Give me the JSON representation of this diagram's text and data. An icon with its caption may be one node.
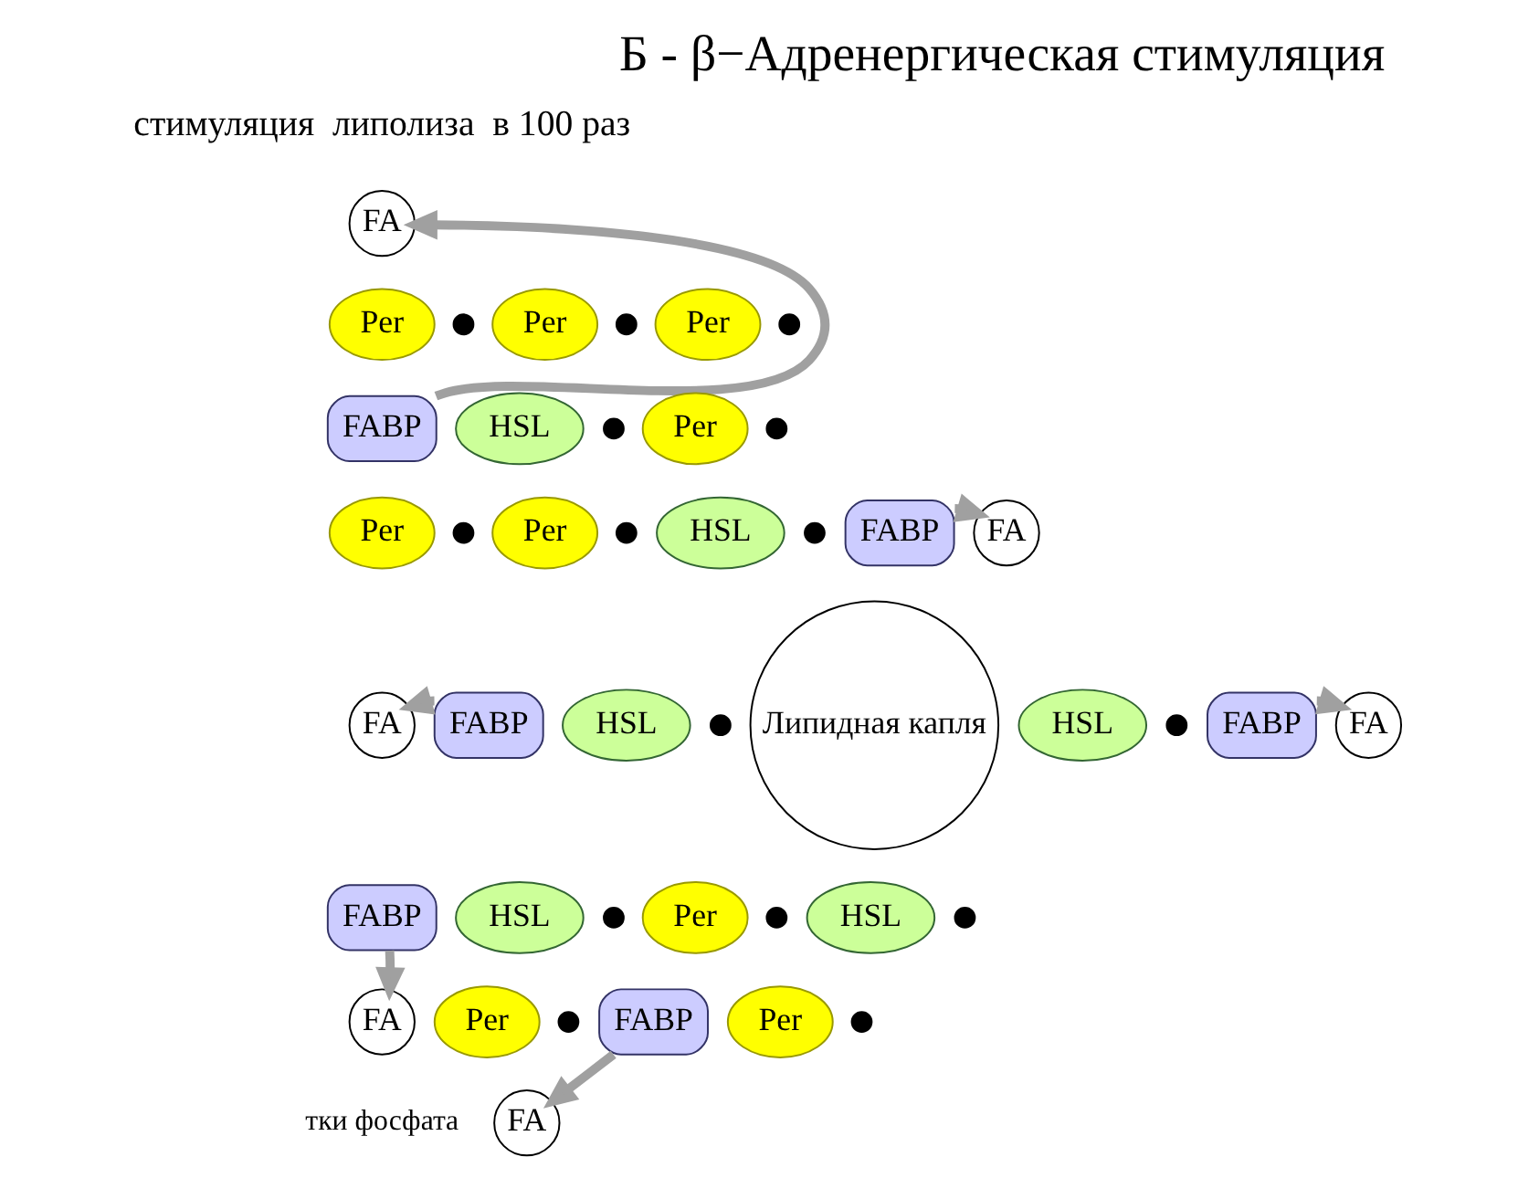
{
  "diagram": {
    "title": "Б - β−Адренергическая стимуляция",
    "nodes": [
      {
        "text": [
          "FA"
        ]
      },
      {
        "text": [
          "Per"
        ]
      },
      {
        "text": [
          "Per"
        ]
      },
      {
        "text": [
          "Per"
        ]
      },
      {
        "text": [
          "FABP"
        ]
      },
      {
        "text": [
          "HSL"
        ]
      },
      {
        "text": [
          "Per"
        ]
      },
      {
        "text": [
          "Per"
        ]
      },
      {
        "text": [
          "Per"
        ]
      },
      {
        "text": [
          "Липидная капля"
        ]
      },
      {
        "text": [
          "HSL"
        ]
      },
      {
        "text": [
          "FA"
        ]
      },
      {
        "text": [
          "FABP"
        ]
      },
      {
        "text": [
          "FA"
        ]
      },
      {
        "text": [
          "FABP"
        ]
      },
      {
        "text": [
          "HSL"
        ]
      },
      {
        "text": [
          "HSL"
        ]
      },
      {
        "text": [
          "FA"
        ]
      },
      {
        "text": [
          "FABP"
        ]
      },
      {
        "text": [
          "FABP"
        ]
      },
      {
        "text": [
          "HSL"
        ]
      },
      {
        "text": [
          "Per"
        ]
      },
      {
        "text": [
          "HSL"
        ]
      },
      {
        "text": [
          "FA"
        ]
      },
      {
        "text": [
          "FABP"
        ]
      },
      {
        "text": [
          "Per"
        ]
      },
      {
        "text": [
          "Per"
        ]
      },
      {
        "text": [
          "FA"
        ]
      },
      {
        "text": [],
        "shape": "circle"
      },
      {
        "text": [],
        "shape": "circle"
      },
      {
        "text": [],
        "shape": "circle"
      },
      {
        "text": [],
        "shape": "circle"
      },
      {
        "text": [],
        "shape": "circle"
      },
      {
        "text": [],
        "shape": "circle"
      },
      {
        "text": [],
        "shape": "circle"
      },
      {
        "text": [],
        "shape": "circle"
      },
      {
        "text": [],
        "shape": "circle"
      },
      {
        "text": [],
        "shape": "circle"
      },
      {
        "text": [],
        "shape": "circle"
      },
      {
        "text": [],
        "shape": "circle"
      },
      {
        "text": [],
        "shape": "circle"
      },
      {
        "text": [],
        "shape": "circle"
      },
      {
        "text": [],
        "shape": "circle"
      }
    ],
    "edges": [
      {
        "from": 4,
        "to": 0,
        "arrow": "to"
      },
      {
        "from": 12,
        "to": 11,
        "arrow": "to"
      },
      {
        "from": 14,
        "to": 13,
        "arrow": "to"
      },
      {
        "from": 18,
        "to": 17,
        "arrow": "to"
      },
      {
        "from": 19,
        "to": 23,
        "arrow": "to"
      },
      {
        "from": 24,
        "to": 27,
        "arrow": "to"
      }
    ],
    "labels": [
      "стимуляция  липолиза  в 100 раз",
      "тки фосфата"
    ]
  }
}
